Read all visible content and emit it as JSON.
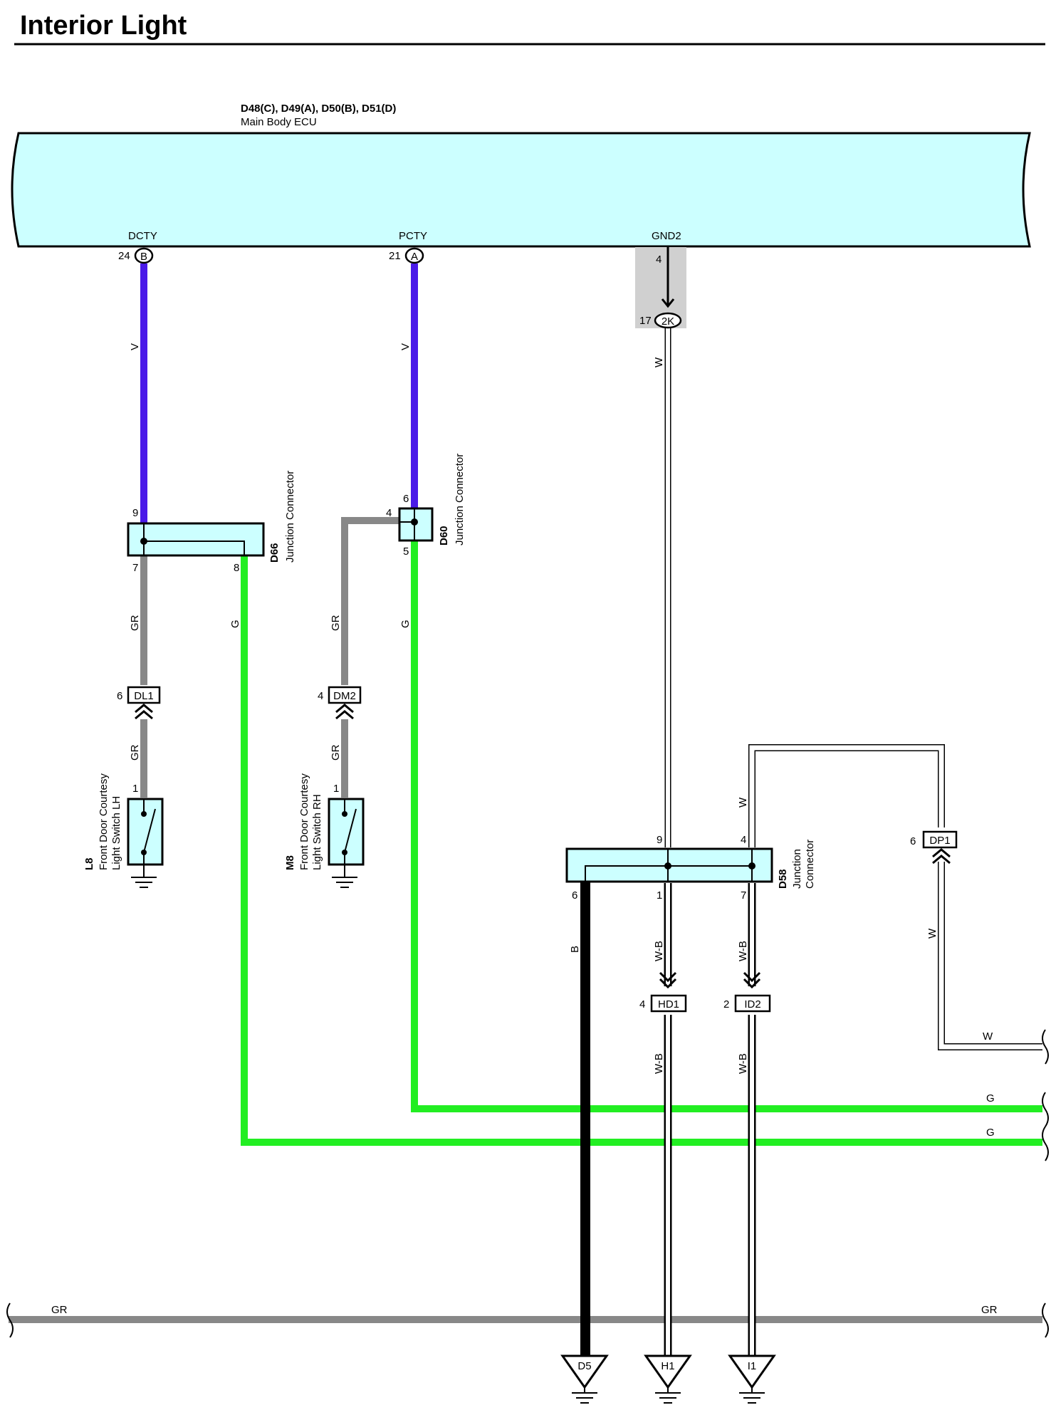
{
  "page": {
    "title": "Interior Light"
  },
  "ecu": {
    "connectors": "D48(C), D49(A), D50(B), D51(D)",
    "name": "Main Body ECU",
    "terminals": [
      {
        "name": "DCTY",
        "pin": "24",
        "conn": "B"
      },
      {
        "name": "PCTY",
        "pin": "21",
        "conn": "A"
      },
      {
        "name": "GND2",
        "pin": "4"
      }
    ]
  },
  "gnd_conn": {
    "pin": "17",
    "code": "2K"
  },
  "junctions": {
    "d66": {
      "code": "D66",
      "desc": "Junction Connector",
      "pins": [
        "9",
        "7",
        "8"
      ]
    },
    "d60": {
      "code": "D60",
      "desc": "Junction Connector",
      "pins": [
        "6",
        "4",
        "5"
      ]
    },
    "d58": {
      "code": "D58",
      "desc": [
        "Junction",
        "Connector"
      ],
      "pins": [
        "9",
        "4",
        "6",
        "1",
        "7"
      ]
    }
  },
  "connectors": [
    {
      "pin": "6",
      "code": "DL1"
    },
    {
      "pin": "4",
      "code": "DM2"
    },
    {
      "pin": "6",
      "code": "DP1"
    },
    {
      "pin": "4",
      "code": "HD1"
    },
    {
      "pin": "2",
      "code": "ID2"
    }
  ],
  "switches": [
    {
      "code": "L8",
      "desc": [
        "Front Door Courtesy",
        "Light Switch LH"
      ],
      "pin": "1"
    },
    {
      "code": "M8",
      "desc": [
        "Front Door Courtesy",
        "Light Switch RH"
      ],
      "pin": "1"
    }
  ],
  "grounds": [
    "D5",
    "H1",
    "I1"
  ],
  "wire_colors": {
    "v": "V",
    "gr": "GR",
    "g": "G",
    "w": "W",
    "b": "B",
    "wb": "W-B"
  },
  "colors": {
    "ecu_fill": "#ccffff",
    "violet": "#4a1ae8",
    "gray": "#888888",
    "green": "#22ee22",
    "black": "#000000",
    "white_wire": "#ffffff"
  }
}
